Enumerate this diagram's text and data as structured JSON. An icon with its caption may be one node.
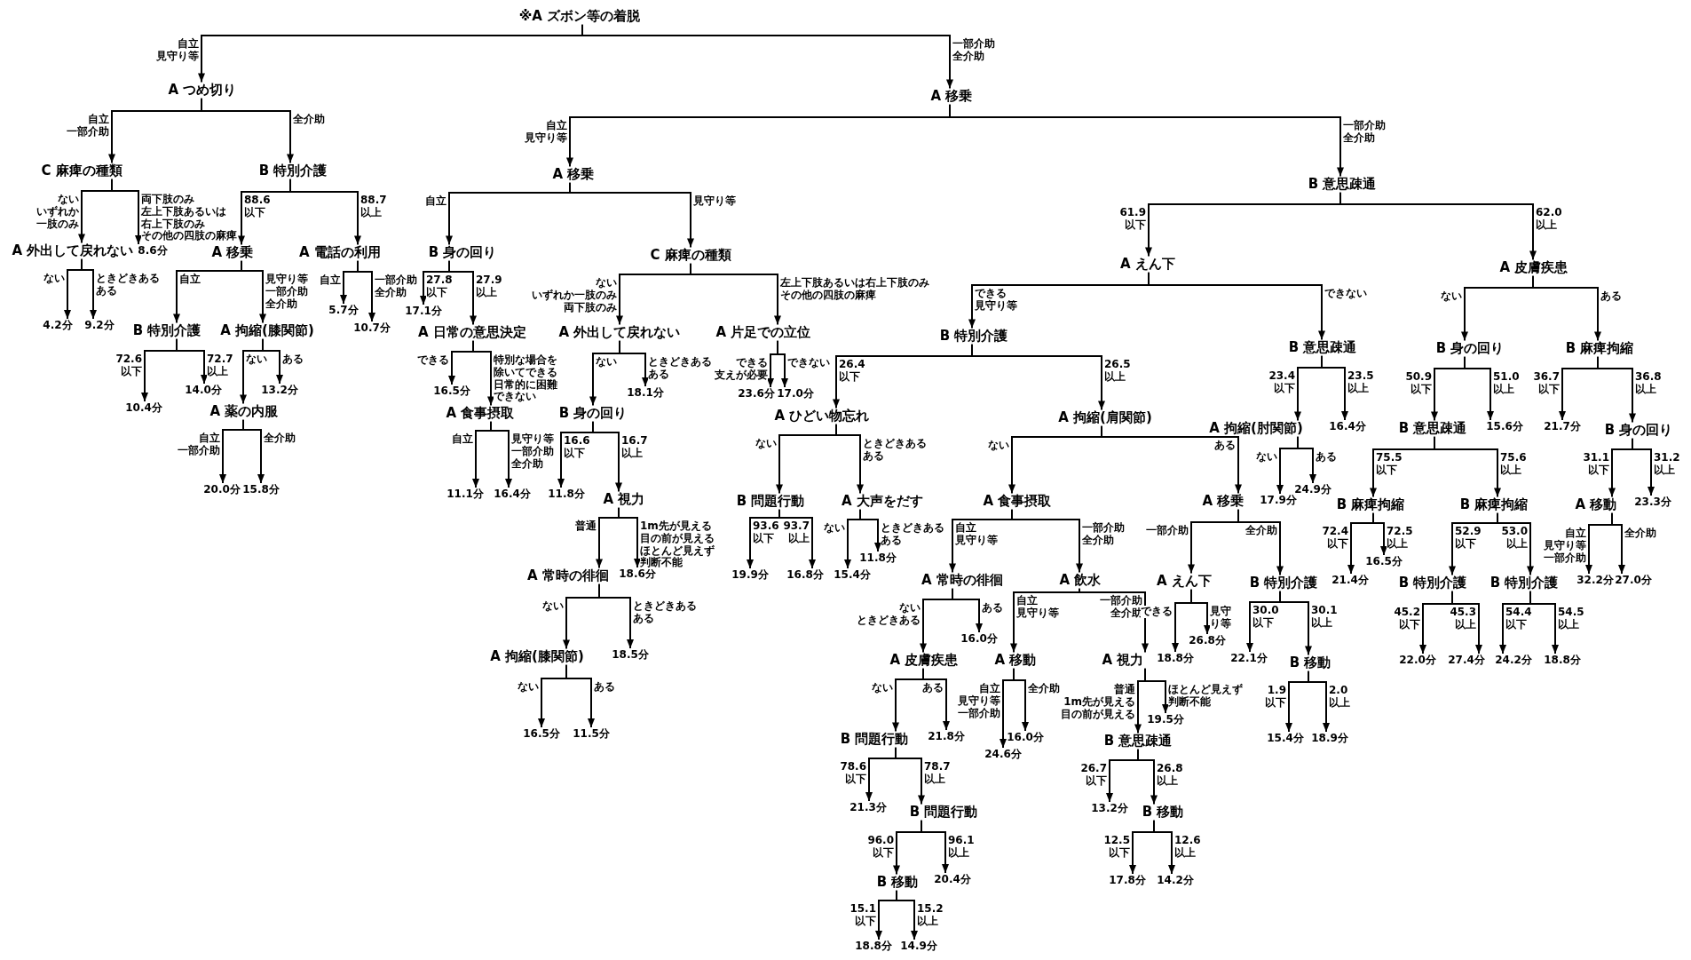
{
  "diagram": {
    "nodes": [
      {
        "text": [
          "※A ズボン等の着脱"
        ]
      },
      {
        "text": [
          "A つめ切り"
        ]
      },
      {
        "text": [
          "C 麻痺の種類"
        ]
      },
      {
        "text": [
          "B 特別介護"
        ]
      },
      {
        "text": [
          "A 外出して戻れない"
        ]
      },
      {
        "text": [
          "8.6分"
        ]
      },
      {
        "text": [
          "4.2分"
        ]
      },
      {
        "text": [
          "9.2分"
        ]
      },
      {
        "text": [
          "A 移乗"
        ]
      },
      {
        "text": [
          "A 電話の利用"
        ]
      },
      {
        "text": [
          "B 特別介護"
        ]
      },
      {
        "text": [
          "A 拘縮(膝関節)"
        ]
      },
      {
        "text": [
          "10.4分"
        ]
      },
      {
        "text": [
          "14.0分"
        ]
      },
      {
        "text": [
          "A 薬の内服"
        ]
      },
      {
        "text": [
          "13.2分"
        ]
      },
      {
        "text": [
          "20.0分"
        ]
      },
      {
        "text": [
          "15.8分"
        ]
      },
      {
        "text": [
          "5.7分"
        ]
      },
      {
        "text": [
          "10.7分"
        ]
      },
      {
        "text": [
          "A 移乗"
        ]
      },
      {
        "text": [
          "A 移乗"
        ]
      },
      {
        "text": [
          "B 意思疎通"
        ]
      },
      {
        "text": [
          "B 身の回り"
        ]
      },
      {
        "text": [
          "C 麻痺の種類"
        ]
      },
      {
        "text": [
          "17.1分"
        ]
      },
      {
        "text": [
          "A 日常の意思決定"
        ]
      },
      {
        "text": [
          "16.5分"
        ]
      },
      {
        "text": [
          "A 食事摂取"
        ]
      },
      {
        "text": [
          "11.1分"
        ]
      },
      {
        "text": [
          "16.4分"
        ]
      },
      {
        "text": [
          "A 外出して戻れない"
        ]
      },
      {
        "text": [
          "A 片足での立位"
        ]
      },
      {
        "text": [
          "B 身の回り"
        ]
      },
      {
        "text": [
          "18.1分"
        ]
      },
      {
        "text": [
          "11.8分"
        ]
      },
      {
        "text": [
          "A 視力"
        ]
      },
      {
        "text": [
          "A 常時の徘徊"
        ]
      },
      {
        "text": [
          "18.6分"
        ]
      },
      {
        "text": [
          "A 拘縮(膝関節)"
        ]
      },
      {
        "text": [
          "18.5分"
        ]
      },
      {
        "text": [
          "16.5分"
        ]
      },
      {
        "text": [
          "11.5分"
        ]
      },
      {
        "text": [
          "23.6分"
        ]
      },
      {
        "text": [
          "17.0分"
        ]
      },
      {
        "text": [
          "A えん下"
        ]
      },
      {
        "text": [
          "A 皮膚疾患"
        ]
      },
      {
        "text": [
          "B 特別介護"
        ]
      },
      {
        "text": [
          "B 意思疎通"
        ]
      },
      {
        "text": [
          "A ひどい物忘れ"
        ]
      },
      {
        "text": [
          "A 拘縮(肩関節)"
        ]
      },
      {
        "text": [
          "B 問題行動"
        ]
      },
      {
        "text": [
          "A 大声をだす"
        ]
      },
      {
        "text": [
          "19.9分"
        ]
      },
      {
        "text": [
          "16.8分"
        ]
      },
      {
        "text": [
          "15.4分"
        ]
      },
      {
        "text": [
          "11.8分"
        ]
      },
      {
        "text": [
          "A 食事摂取"
        ]
      },
      {
        "text": [
          "A 移乗"
        ]
      },
      {
        "text": [
          "A 常時の徘徊"
        ]
      },
      {
        "text": [
          "A 飲水"
        ]
      },
      {
        "text": [
          "A 皮膚疾患"
        ]
      },
      {
        "text": [
          "16.0分"
        ]
      },
      {
        "text": [
          "B 問題行動"
        ]
      },
      {
        "text": [
          "21.8分"
        ]
      },
      {
        "text": [
          "21.3分"
        ]
      },
      {
        "text": [
          "B 問題行動"
        ]
      },
      {
        "text": [
          "B 移動"
        ]
      },
      {
        "text": [
          "20.4分"
        ]
      },
      {
        "text": [
          "18.8分"
        ]
      },
      {
        "text": [
          "14.9分"
        ]
      },
      {
        "text": [
          "A 移動"
        ]
      },
      {
        "text": [
          "A 視力"
        ]
      },
      {
        "text": [
          "24.6分"
        ]
      },
      {
        "text": [
          "16.0分"
        ]
      },
      {
        "text": [
          "B 意思疎通"
        ]
      },
      {
        "text": [
          "19.5分"
        ]
      },
      {
        "text": [
          "13.2分"
        ]
      },
      {
        "text": [
          "B 移動"
        ]
      },
      {
        "text": [
          "17.8分"
        ]
      },
      {
        "text": [
          "14.2分"
        ]
      },
      {
        "text": [
          "A えん下"
        ]
      },
      {
        "text": [
          "B 特別介護"
        ]
      },
      {
        "text": [
          "18.8分"
        ]
      },
      {
        "text": [
          "26.8分"
        ]
      },
      {
        "text": [
          "22.1分"
        ]
      },
      {
        "text": [
          "B 移動"
        ]
      },
      {
        "text": [
          "15.4分"
        ]
      },
      {
        "text": [
          "18.9分"
        ]
      },
      {
        "text": [
          "A 拘縮(肘関節)"
        ]
      },
      {
        "text": [
          "16.4分"
        ]
      },
      {
        "text": [
          "17.9分"
        ]
      },
      {
        "text": [
          "24.9分"
        ]
      },
      {
        "text": [
          "B 身の回り"
        ]
      },
      {
        "text": [
          "B 麻痺拘縮"
        ]
      },
      {
        "text": [
          "B 意思疎通"
        ]
      },
      {
        "text": [
          "15.6分"
        ]
      },
      {
        "text": [
          "B 麻痺拘縮"
        ]
      },
      {
        "text": [
          "B 麻痺拘縮"
        ]
      },
      {
        "text": [
          "21.4分"
        ]
      },
      {
        "text": [
          "16.5分"
        ]
      },
      {
        "text": [
          "B 特別介護"
        ]
      },
      {
        "text": [
          "B 特別介護"
        ]
      },
      {
        "text": [
          "22.0分"
        ]
      },
      {
        "text": [
          "27.4分"
        ]
      },
      {
        "text": [
          "24.2分"
        ]
      },
      {
        "text": [
          "18.8分"
        ]
      },
      {
        "text": [
          "21.7分"
        ]
      },
      {
        "text": [
          "B 身の回り"
        ]
      },
      {
        "text": [
          "A 移動"
        ]
      },
      {
        "text": [
          "23.3分"
        ]
      },
      {
        "text": [
          "32.2分"
        ]
      },
      {
        "text": [
          "27.0分"
        ]
      }
    ],
    "edges": [
      {
        "from": 0,
        "to": 1,
        "arrow": "to",
        "label": "自立見守り等"
      },
      {
        "from": 1,
        "to": 2,
        "arrow": "to",
        "label": "自立一部介助"
      },
      {
        "from": 1,
        "to": 3,
        "arrow": "to",
        "label": "全介助"
      },
      {
        "from": 2,
        "to": 4,
        "arrow": "to",
        "label": "ないいずれか一肢のみ"
      },
      {
        "from": 2,
        "to": 5,
        "arrow": "to",
        "label": "両下肢のみ左上下肢あるいは右上下肢のみその他の四肢の麻痺"
      },
      {
        "from": 4,
        "to": 6,
        "arrow": "to",
        "label": "ない"
      },
      {
        "from": 4,
        "to": 7,
        "arrow": "to",
        "label": "ときどきあるある"
      },
      {
        "from": 3,
        "to": 8,
        "arrow": "to",
        "label": "88.6 以下"
      },
      {
        "from": 3,
        "to": 9,
        "arrow": "to",
        "label": "88.7 以上"
      },
      {
        "from": 8,
        "to": 10,
        "arrow": "to",
        "label": "自立"
      },
      {
        "from": 8,
        "to": 11,
        "arrow": "to",
        "label": "見守り等一部介助全介助"
      },
      {
        "from": 10,
        "to": 12,
        "arrow": "to",
        "label": "72.6 以下"
      },
      {
        "from": 10,
        "to": 13,
        "arrow": "to",
        "label": "72.7 以上"
      },
      {
        "from": 11,
        "to": 14,
        "arrow": "to",
        "label": "ない"
      },
      {
        "from": 11,
        "to": 15,
        "arrow": "to",
        "label": "ある"
      },
      {
        "from": 14,
        "to": 16,
        "arrow": "to",
        "label": "自立一部介助"
      },
      {
        "from": 14,
        "to": 17,
        "arrow": "to",
        "label": "全介助"
      },
      {
        "from": 9,
        "to": 18,
        "arrow": "to",
        "label": "自立"
      },
      {
        "from": 9,
        "to": 19,
        "arrow": "to",
        "label": "一部介助全介助"
      },
      {
        "from": 0,
        "to": 20,
        "arrow": "to",
        "label": "一部介助全介助"
      },
      {
        "from": 20,
        "to": 21,
        "arrow": "to",
        "label": "自立見守り等"
      },
      {
        "from": 20,
        "to": 22,
        "arrow": "to",
        "label": "一部介助全介助"
      },
      {
        "from": 21,
        "to": 23,
        "arrow": "to",
        "label": "自立"
      },
      {
        "from": 21,
        "to": 24,
        "arrow": "to",
        "label": "見守り等"
      },
      {
        "from": 23,
        "to": 25,
        "arrow": "to",
        "label": "27.8 以下"
      },
      {
        "from": 23,
        "to": 26,
        "arrow": "to",
        "label": "27.9 以上"
      },
      {
        "from": 26,
        "to": 27,
        "arrow": "to",
        "label": "できる"
      },
      {
        "from": 26,
        "to": 28,
        "arrow": "to",
        "label": "特別な場合を除いてできる日常的に困難できない"
      },
      {
        "from": 28,
        "to": 29,
        "arrow": "to",
        "label": "自立"
      },
      {
        "from": 28,
        "to": 30,
        "arrow": "to",
        "label": "見守り等一部介助全介助"
      },
      {
        "from": 24,
        "to": 31,
        "arrow": "to",
        "label": "ないいずれか一肢のみ両下肢のみ"
      },
      {
        "from": 24,
        "to": 32,
        "arrow": "to",
        "label": "左上下肢あるいは右上下肢のみその他の四肢の麻痺"
      },
      {
        "from": 31,
        "to": 33,
        "arrow": "to",
        "label": "ない"
      },
      {
        "from": 31,
        "to": 34,
        "arrow": "to",
        "label": "ときどきあるある"
      },
      {
        "from": 33,
        "to": 35,
        "arrow": "to",
        "label": "16.6 以下"
      },
      {
        "from": 33,
        "to": 36,
        "arrow": "to",
        "label": "16.7 以上"
      },
      {
        "from": 36,
        "to": 37,
        "arrow": "to",
        "label": "普通"
      },
      {
        "from": 36,
        "to": 38,
        "arrow": "to",
        "label": "1m先が見える目の前が見えるほとんど見えず判断不能"
      },
      {
        "from": 37,
        "to": 39,
        "arrow": "to",
        "label": "ない"
      },
      {
        "from": 37,
        "to": 40,
        "arrow": "to",
        "label": "ときどきあるある"
      },
      {
        "from": 39,
        "to": 41,
        "arrow": "to",
        "label": "ない"
      },
      {
        "from": 39,
        "to": 42,
        "arrow": "to",
        "label": "ある"
      },
      {
        "from": 32,
        "to": 43,
        "arrow": "to",
        "label": "できる支えが必要"
      },
      {
        "from": 32,
        "to": 44,
        "arrow": "to",
        "label": "できない"
      },
      {
        "from": 22,
        "to": 45,
        "arrow": "to",
        "label": "61.9 以下"
      },
      {
        "from": 22,
        "to": 46,
        "arrow": "to",
        "label": "62.0 以上"
      },
      {
        "from": 45,
        "to": 47,
        "arrow": "to",
        "label": "できる見守り等"
      },
      {
        "from": 45,
        "to": 48,
        "arrow": "to",
        "label": "できない"
      },
      {
        "from": 47,
        "to": 49,
        "arrow": "to",
        "label": "26.4 以下"
      },
      {
        "from": 47,
        "to": 50,
        "arrow": "to",
        "label": "26.5 以上"
      },
      {
        "from": 49,
        "to": 51,
        "arrow": "to",
        "label": "ない"
      },
      {
        "from": 49,
        "to": 52,
        "arrow": "to",
        "label": "ときどきあるある"
      },
      {
        "from": 51,
        "to": 53,
        "arrow": "to",
        "label": "93.6 以下"
      },
      {
        "from": 51,
        "to": 54,
        "arrow": "to",
        "label": "93.7 以上"
      },
      {
        "from": 52,
        "to": 55,
        "arrow": "to",
        "label": "ない"
      },
      {
        "from": 52,
        "to": 56,
        "arrow": "to",
        "label": "ときどきあるある"
      },
      {
        "from": 50,
        "to": 57,
        "arrow": "to",
        "label": "ない"
      },
      {
        "from": 50,
        "to": 58,
        "arrow": "to",
        "label": "ある"
      },
      {
        "from": 57,
        "to": 59,
        "arrow": "to",
        "label": "自立見守り等"
      },
      {
        "from": 57,
        "to": 60,
        "arrow": "to",
        "label": "一部介助全介助"
      },
      {
        "from": 59,
        "to": 61,
        "arrow": "to",
        "label": "ないときどきある"
      },
      {
        "from": 59,
        "to": 62,
        "arrow": "to",
        "label": "ある"
      },
      {
        "from": 61,
        "to": 63,
        "arrow": "to",
        "label": "ない"
      },
      {
        "from": 61,
        "to": 64,
        "arrow": "to",
        "label": "ある"
      },
      {
        "from": 63,
        "to": 65,
        "arrow": "to",
        "label": "78.6 以下"
      },
      {
        "from": 63,
        "to": 66,
        "arrow": "to",
        "label": "78.7 以上"
      },
      {
        "from": 66,
        "to": 67,
        "arrow": "to",
        "label": "96.0 以下"
      },
      {
        "from": 66,
        "to": 68,
        "arrow": "to",
        "label": "96.1 以上"
      },
      {
        "from": 67,
        "to": 69,
        "arrow": "to",
        "label": "15.1 以下"
      },
      {
        "from": 67,
        "to": 70,
        "arrow": "to",
        "label": "15.2 以上"
      },
      {
        "from": 60,
        "to": 71,
        "arrow": "to",
        "label": "自立見守り等"
      },
      {
        "from": 60,
        "to": 72,
        "arrow": "to",
        "label": "一部介助全介助"
      },
      {
        "from": 71,
        "to": 73,
        "arrow": "to",
        "label": "自立見守り等一部介助"
      },
      {
        "from": 71,
        "to": 74,
        "arrow": "to",
        "label": "全介助"
      },
      {
        "from": 72,
        "to": 75,
        "arrow": "to",
        "label": "普通1m先が見える目の前が見える"
      },
      {
        "from": 72,
        "to": 76,
        "arrow": "to",
        "label": "ほとんど見えず判断不能"
      },
      {
        "from": 75,
        "to": 77,
        "arrow": "to",
        "label": "26.7 以下"
      },
      {
        "from": 75,
        "to": 78,
        "arrow": "to",
        "label": "26.8 以上"
      },
      {
        "from": 78,
        "to": 79,
        "arrow": "to",
        "label": "12.5 以下"
      },
      {
        "from": 78,
        "to": 80,
        "arrow": "to",
        "label": "12.6 以上"
      },
      {
        "from": 58,
        "to": 81,
        "arrow": "to",
        "label": "一部介助"
      },
      {
        "from": 58,
        "to": 82,
        "arrow": "to",
        "label": "全介助"
      },
      {
        "from": 81,
        "to": 83,
        "arrow": "to",
        "label": "できる"
      },
      {
        "from": 81,
        "to": 84,
        "arrow": "to",
        "label": "見守り等"
      },
      {
        "from": 82,
        "to": 85,
        "arrow": "to",
        "label": "30.0 以下"
      },
      {
        "from": 82,
        "to": 86,
        "arrow": "to",
        "label": "30.1 以上"
      },
      {
        "from": 86,
        "to": 87,
        "arrow": "to",
        "label": "1.9 以下"
      },
      {
        "from": 86,
        "to": 88,
        "arrow": "to",
        "label": "2.0 以上"
      },
      {
        "from": 48,
        "to": 89,
        "arrow": "to",
        "label": "23.4 以下"
      },
      {
        "from": 48,
        "to": 90,
        "arrow": "to",
        "label": "23.5 以上"
      },
      {
        "from": 89,
        "to": 91,
        "arrow": "to",
        "label": "ない"
      },
      {
        "from": 89,
        "to": 92,
        "arrow": "to",
        "label": "ある"
      },
      {
        "from": 46,
        "to": 93,
        "arrow": "to",
        "label": "ない"
      },
      {
        "from": 46,
        "to": 94,
        "arrow": "to",
        "label": "ある"
      },
      {
        "from": 93,
        "to": 95,
        "arrow": "to",
        "label": "50.9 以下"
      },
      {
        "from": 93,
        "to": 96,
        "arrow": "to",
        "label": "51.0 以上"
      },
      {
        "from": 95,
        "to": 97,
        "arrow": "to",
        "label": "75.5 以下"
      },
      {
        "from": 95,
        "to": 98,
        "arrow": "to",
        "label": "75.6 以上"
      },
      {
        "from": 97,
        "to": 99,
        "arrow": "to",
        "label": "72.4 以下"
      },
      {
        "from": 97,
        "to": 100,
        "arrow": "to",
        "label": "72.5 以上"
      },
      {
        "from": 98,
        "to": 101,
        "arrow": "to",
        "label": "52.9 以下"
      },
      {
        "from": 98,
        "to": 102,
        "arrow": "to",
        "label": "53.0 以上"
      },
      {
        "from": 101,
        "to": 103,
        "arrow": "to",
        "label": "45.2 以下"
      },
      {
        "from": 101,
        "to": 104,
        "arrow": "to",
        "label": "45.3 以上"
      },
      {
        "from": 102,
        "to": 105,
        "arrow": "to",
        "label": "54.4 以下"
      },
      {
        "from": 102,
        "to": 106,
        "arrow": "to",
        "label": "54.5 以上"
      },
      {
        "from": 94,
        "to": 107,
        "arrow": "to",
        "label": "36.7 以下"
      },
      {
        "from": 94,
        "to": 108,
        "arrow": "to",
        "label": "36.8 以上"
      },
      {
        "from": 108,
        "to": 109,
        "arrow": "to",
        "label": "31.1 以下"
      },
      {
        "from": 108,
        "to": 110,
        "arrow": "to",
        "label": "31.2 以上"
      },
      {
        "from": 109,
        "to": 111,
        "arrow": "to",
        "label": "自立見守り等一部介助"
      },
      {
        "from": 109,
        "to": 112,
        "arrow": "to",
        "label": "全介助"
      }
    ]
  }
}
